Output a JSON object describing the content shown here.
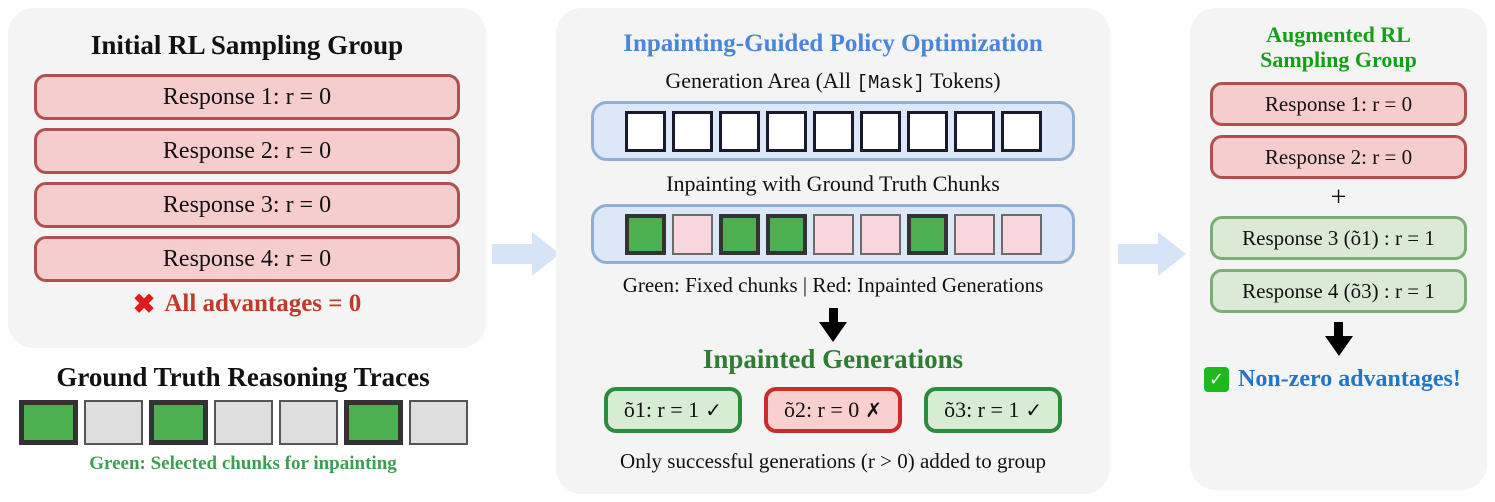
{
  "colors": {
    "panel_bg": "#f4f4f4",
    "red_fill": "#f6cdcd",
    "red_border": "#b05050",
    "green_fill": "#dbead5",
    "green_border": "#7aae72",
    "blue_accent": "#4a86d8",
    "green_accent": "#14a014",
    "chunk_green": "#4caf50",
    "chunk_gray": "#dedede",
    "strip_fill": "#dce8f7",
    "strip_border": "#8fafd4",
    "flow_arrow": "#d6e4f7",
    "status_red": "#c0392b",
    "status_blue": "#2176c7"
  },
  "left_panel": {
    "title": "Initial RL Sampling Group",
    "responses": [
      "Response 1: r = 0",
      "Response 2: r = 0",
      "Response 3: r = 0",
      "Response 4: r = 0"
    ],
    "status_icon": "✖",
    "status_text": "All advantages = 0"
  },
  "ground_truth": {
    "title": "Ground Truth Reasoning Traces",
    "chunks": [
      "green",
      "gray",
      "green",
      "gray",
      "gray",
      "green",
      "gray"
    ],
    "caption": "Green: Selected chunks for inpainting"
  },
  "middle_panel": {
    "title": "Inpainting-Guided Policy Optimization",
    "generation_area_label_pre": "Generation Area (All ",
    "generation_area_token": "[Mask]",
    "generation_area_label_post": " Tokens)",
    "mask_tokens": [
      "blank",
      "blank",
      "blank",
      "blank",
      "blank",
      "blank",
      "blank",
      "blank",
      "blank"
    ],
    "inpaint_label": "Inpainting with Ground Truth Chunks",
    "inpaint_tokens": [
      "green",
      "pink",
      "green",
      "green",
      "pink",
      "pink",
      "green",
      "pink",
      "pink"
    ],
    "legend": "Green: Fixed chunks | Red: Inpainted Generations",
    "generations_title": "Inpainted Generations",
    "generations": [
      {
        "label": "õ1: r = 1",
        "mark": "✓",
        "type": "green"
      },
      {
        "label": "õ2: r = 0",
        "mark": "✗",
        "type": "red"
      },
      {
        "label": "õ3: r = 1",
        "mark": "✓",
        "type": "green"
      }
    ],
    "footnote": "Only successful generations (r > 0) added to group"
  },
  "right_panel": {
    "title_line1": "Augmented RL",
    "title_line2": "Sampling Group",
    "responses_before": [
      "Response 1: r = 0",
      "Response 2: r = 0"
    ],
    "plus": "+",
    "responses_after": [
      "Response 3 (õ1) : r = 1",
      "Response 4 (õ3) : r = 1"
    ],
    "status_icon": "✓",
    "status_text": "Non-zero advantages!"
  }
}
